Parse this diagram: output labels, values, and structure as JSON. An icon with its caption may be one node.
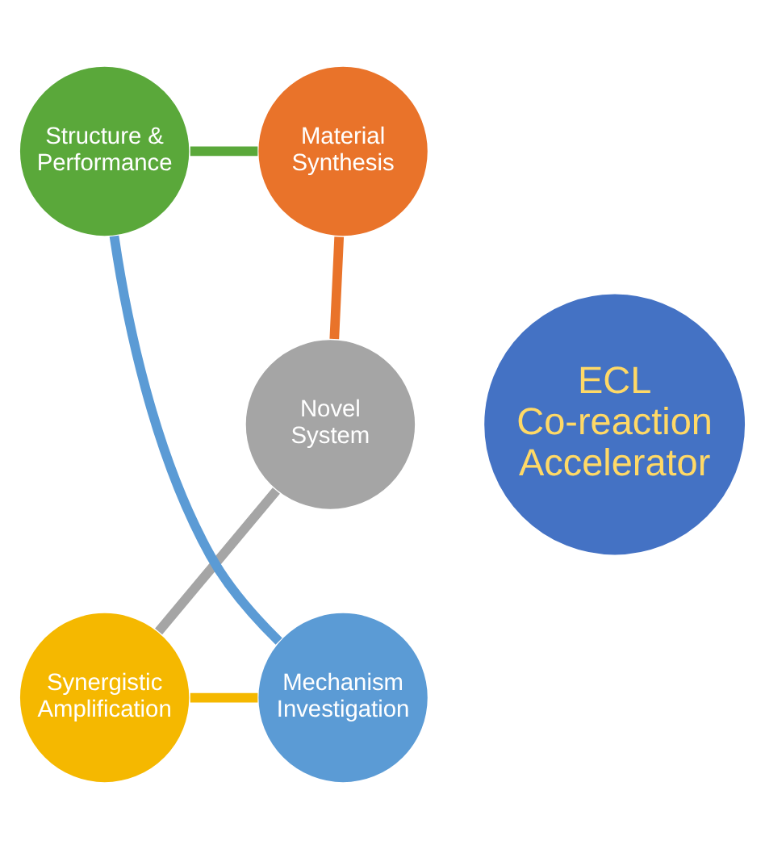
{
  "diagram": {
    "nodes": [
      {
        "text": [
          "ECL Co-reaction Accelerator"
        ]
      },
      {
        "text": [
          "Material Synthesis"
        ]
      },
      {
        "text": [
          "Novel System"
        ]
      },
      {
        "text": [
          "Synergistic Amplification"
        ]
      },
      {
        "text": [
          "Mechanism Investigation"
        ]
      },
      {
        "text": [
          "Structure & Performance"
        ]
      }
    ],
    "edges": [
      {
        "from": 1,
        "to": 2,
        "arrow": "none",
        "color": "#e9732a"
      },
      {
        "from": 2,
        "to": 3,
        "arrow": "none",
        "color": "#a5a5a5"
      },
      {
        "from": 3,
        "to": 4,
        "arrow": "none",
        "color": "#f5b800"
      },
      {
        "from": 4,
        "to": 5,
        "arrow": "none",
        "color": "#5b9bd5"
      },
      {
        "from": 5,
        "to": 1,
        "arrow": "none",
        "color": "#5aa83a"
      }
    ]
  }
}
